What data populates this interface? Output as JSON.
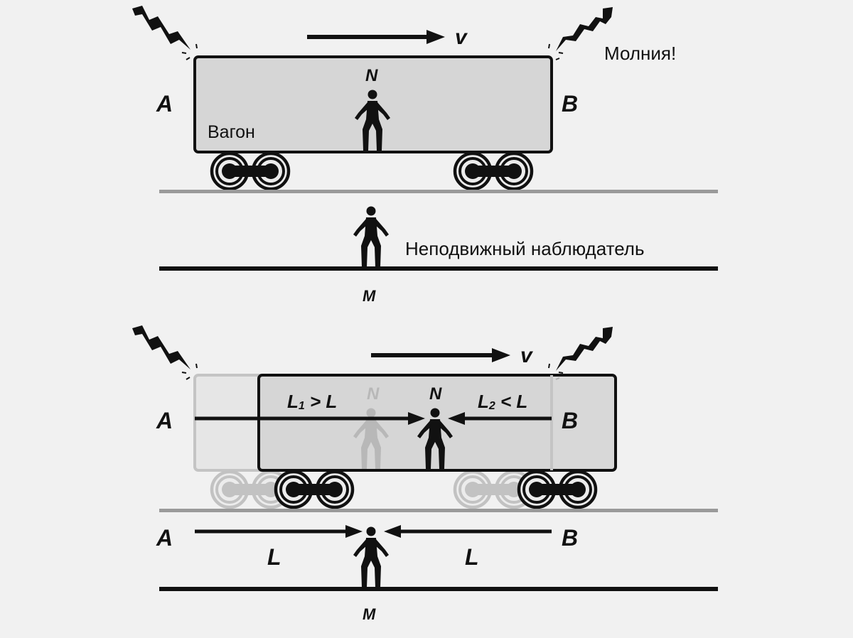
{
  "top": {
    "velocity": "v",
    "lightning_note": "Молния!",
    "point_a": "A",
    "point_b": "B",
    "observer_train": "N",
    "wagon": "Вагон",
    "ground_observer_note": "Неподвижный наблюдатель",
    "observer_ground": "M"
  },
  "bottom": {
    "velocity": "v",
    "point_a": "A",
    "point_b": "B",
    "ghost_observer": "N",
    "observer_train": "N",
    "l1_base": "L",
    "l1_sub": "1",
    "l1_rest": " > L",
    "l2_base": "L",
    "l2_sub": "2",
    "l2_rest": " < L",
    "ground_a": "A",
    "ground_b": "B",
    "dist_left": "L",
    "dist_right": "L",
    "observer_ground": "M"
  },
  "colors": {
    "ink": "#111111",
    "wagon_fill": "#d6d6d6",
    "ghost": "#bdbdbd",
    "rail": "#9a9a9a",
    "background": "#f1f1f1"
  }
}
